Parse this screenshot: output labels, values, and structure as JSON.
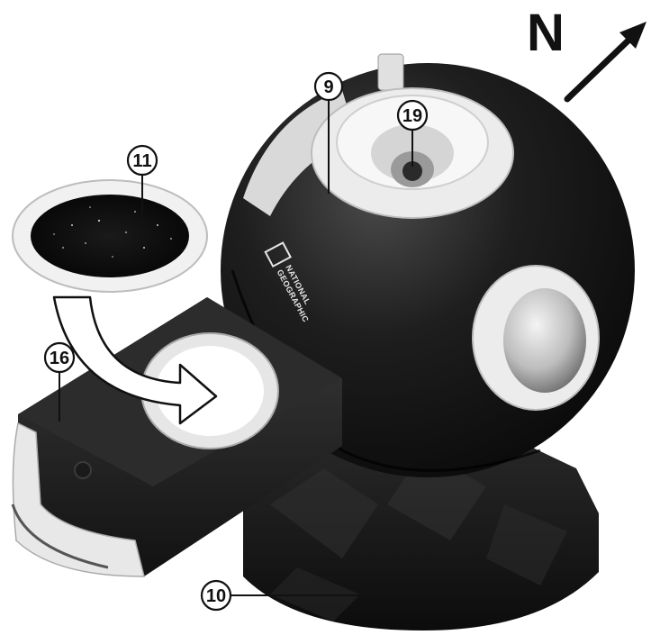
{
  "compass": {
    "label": "N"
  },
  "callouts": {
    "c9": {
      "number": "9"
    },
    "c19": {
      "number": "19"
    },
    "c11": {
      "number": "11"
    },
    "c16": {
      "number": "16"
    },
    "c10": {
      "number": "10"
    }
  },
  "logo": {
    "line1": "NATIONAL",
    "line2": "GEOGRAPHIC"
  },
  "icons": {
    "compass_arrow": "arrow-up-right-icon",
    "insert_arrow": "curved-arrow-icon"
  },
  "colors": {
    "ink": "#111111",
    "body": "#1b1b1b",
    "trim": "#f2f2f2"
  }
}
